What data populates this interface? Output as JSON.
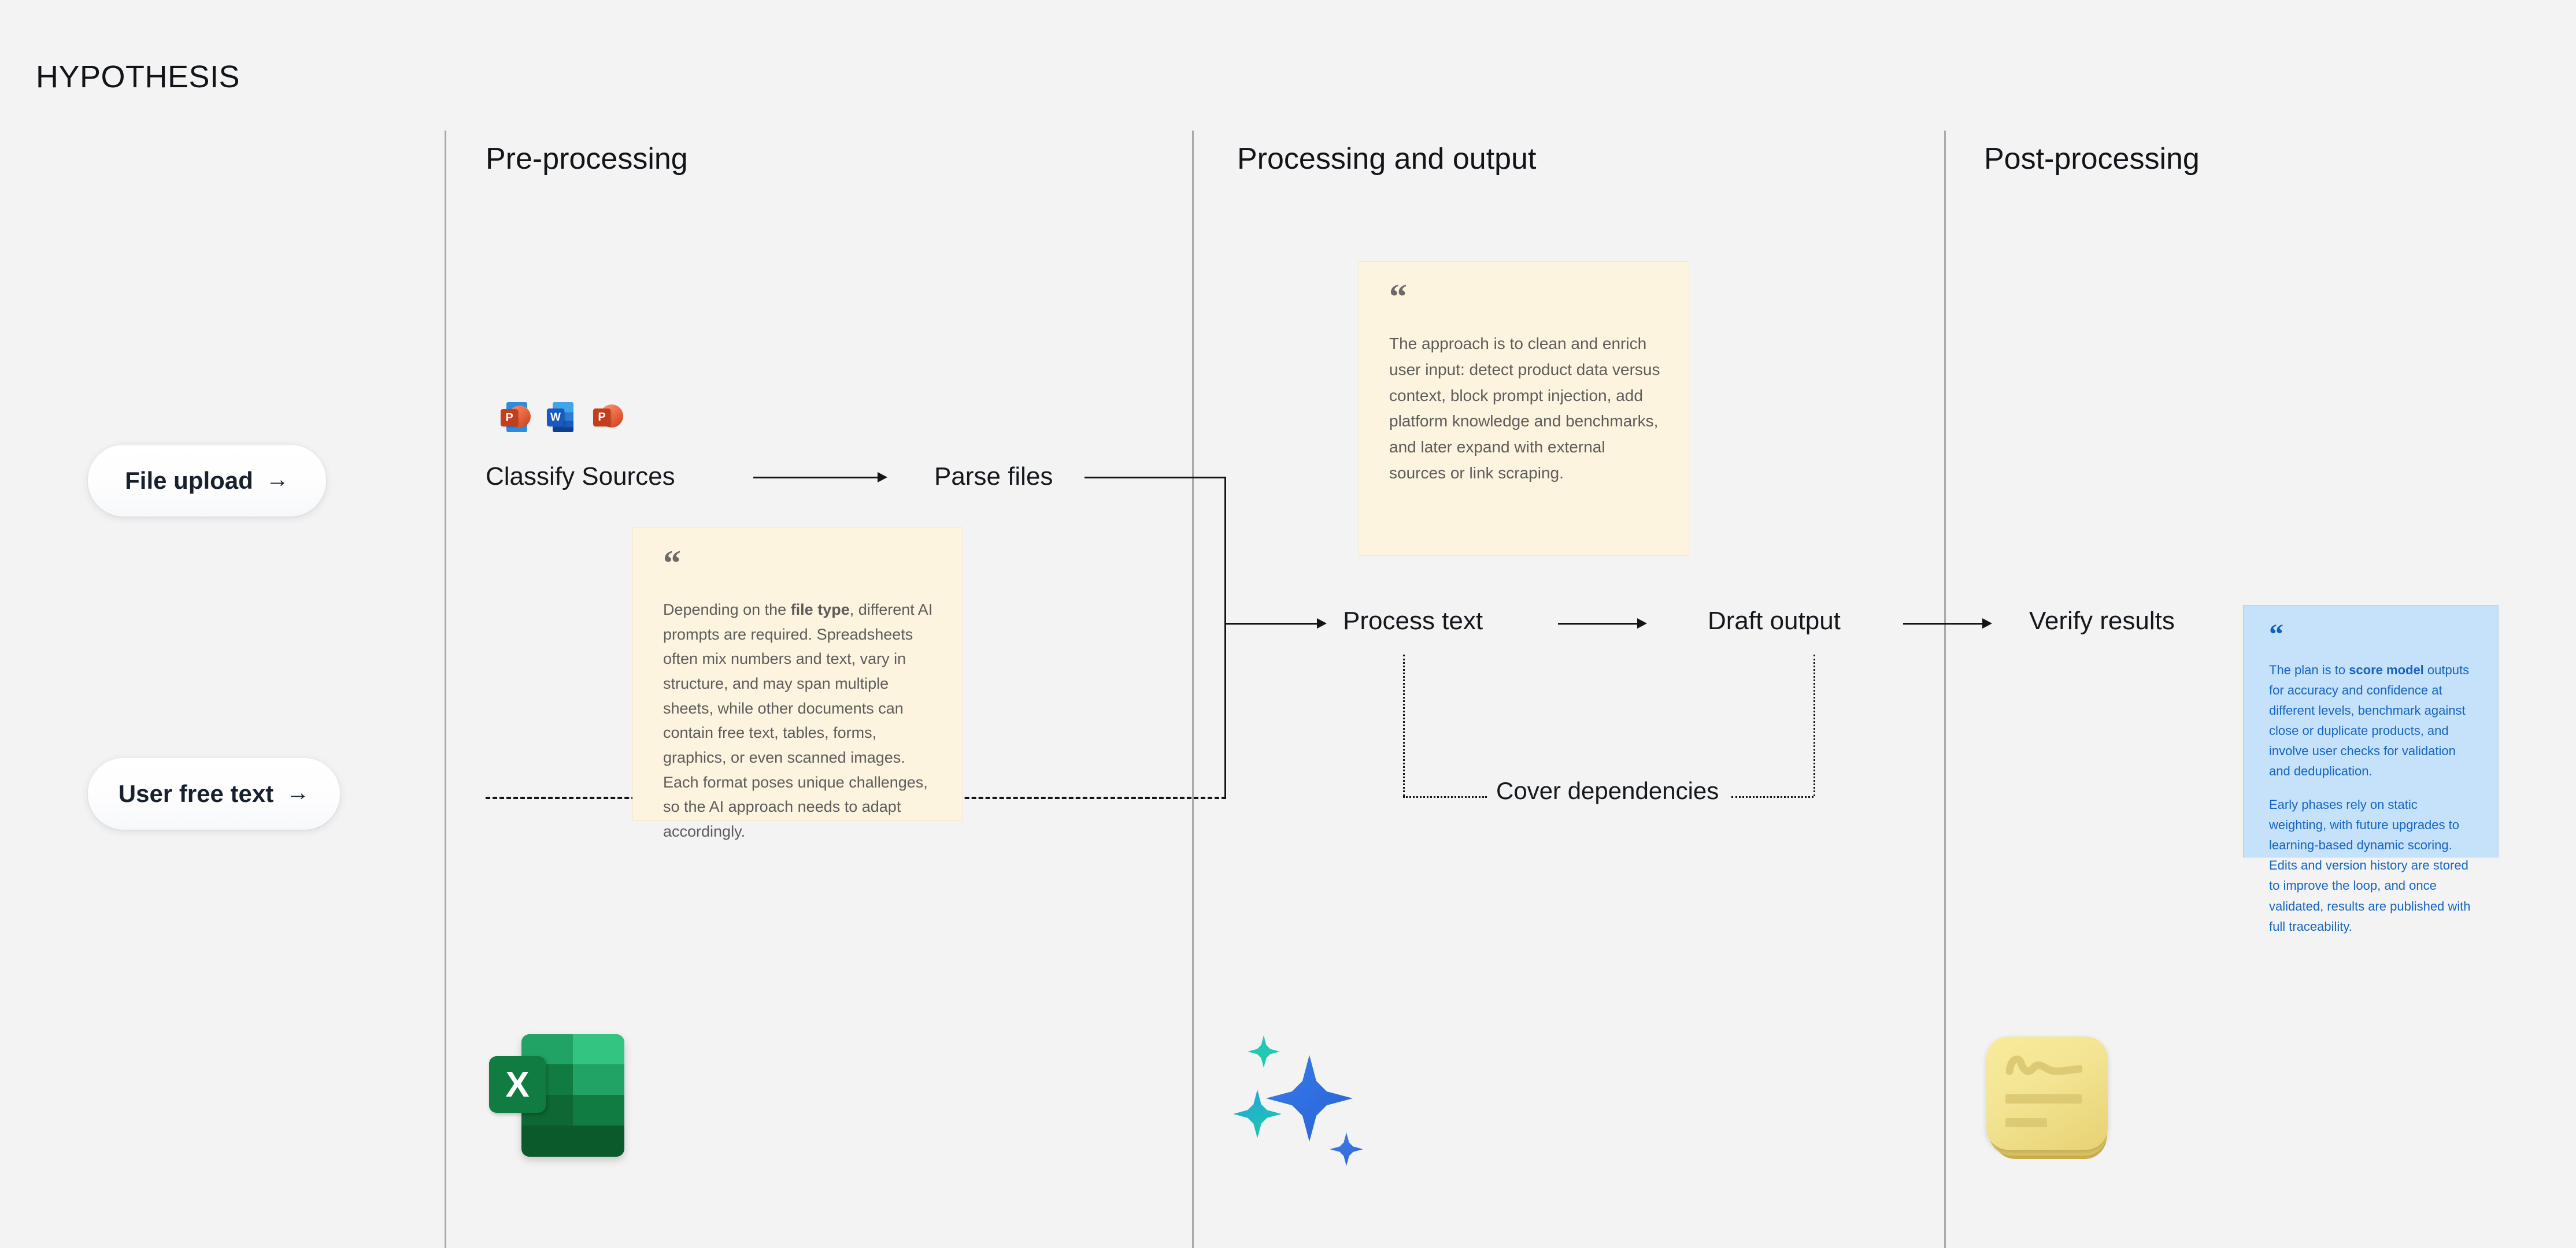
{
  "page": {
    "title": "HYPOTHESIS",
    "background_color": "#f3f3f3",
    "divider_color": "#a7a9ac"
  },
  "columns": [
    {
      "id": "pre",
      "heading": "Pre-processing"
    },
    {
      "id": "proc",
      "heading": "Processing and output"
    },
    {
      "id": "post",
      "heading": "Post-processing"
    }
  ],
  "entry_pills": [
    {
      "label": "File upload",
      "arrow": "→"
    },
    {
      "label": "User free text",
      "arrow": "→"
    }
  ],
  "nodes": {
    "classify_sources": "Classify Sources",
    "parse_files": "Parse files",
    "process_text": "Process text",
    "draft_output": "Draft output",
    "verify_results": "Verify results",
    "cover_dependencies": "Cover dependencies"
  },
  "notes": {
    "file_type": {
      "quote_mark": "“",
      "accent_color": "#fdf4e0",
      "text_before_bold": "Depending on the ",
      "bold": "file type",
      "text_after_bold": ", different AI prompts are required. Spreadsheets often mix numbers and text, vary in structure, and may span multiple sheets, while other documents can contain free text, tables, forms, graphics, or even scanned images. Each format poses unique challenges, so the AI approach needs to adapt accordingly."
    },
    "approach": {
      "quote_mark": "“",
      "accent_color": "#fdf4e0",
      "body": "The approach is to clean and enrich user input: detect product data versus context, block prompt injection, add platform knowledge and benchmarks, and later expand with external sources or link scraping."
    },
    "score_model": {
      "quote_mark": "“",
      "accent_color": "#c6e2fb",
      "text_color": "#1565c0",
      "para1_before_bold": "The plan is to ",
      "para1_bold": "score model",
      "para1_after_bold": " outputs for accuracy and confidence at different levels, benchmark against close or duplicate products, and involve user checks for validation and deduplication.",
      "para2": "Early phases rely on static weighting, with future upgrades to learning-based dynamic scoring. Edits and version history are stored to improve the loop, and once validated, results are published with full traceability."
    }
  },
  "file_icons": [
    {
      "name": "powerpoint-blue-icon",
      "letter": "P"
    },
    {
      "name": "word-icon",
      "letter": "W"
    },
    {
      "name": "powerpoint-icon",
      "letter": "P"
    }
  ],
  "app_icons": {
    "excel": {
      "name": "microsoft-excel-icon",
      "letter": "X"
    },
    "gemini": {
      "name": "gemini-sparkle-icon"
    },
    "notes": {
      "name": "sticky-notes-icon"
    }
  }
}
